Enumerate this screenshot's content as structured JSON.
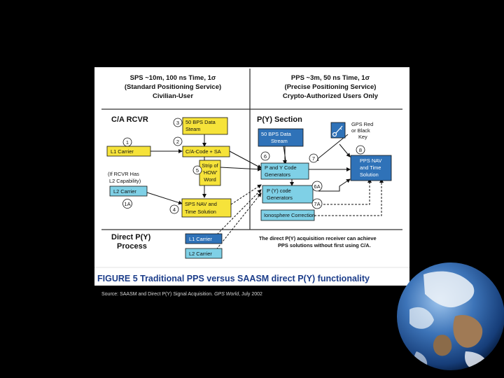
{
  "header": {
    "sps": {
      "line1": "SPS ~10m, 100 ns Time, 1σ",
      "line2": "(Standard Positioning Service)",
      "line3": "Civilian-User"
    },
    "pps": {
      "line1": "PPS ~3m, 50 ns Time, 1σ",
      "line2": "(Precise Positioning Service)",
      "line3": "Crypto-Authorized Users Only"
    }
  },
  "sections": {
    "ca_rcvr": "C/A RCVR",
    "py_section": "P(Y) Section",
    "direct_line1": "Direct P(Y)",
    "direct_line2": "Process"
  },
  "boxes": {
    "data_50_yellow": [
      "50 BPS Data",
      "Steam"
    ],
    "l1_carrier_yellow": "L1 Carrier",
    "ca_code": "C/A-Code + SA",
    "strip_how": [
      "Strip of",
      "‘HOW’",
      "Word"
    ],
    "l2_capability": [
      "(If RCVR Has",
      "L2 Capability)"
    ],
    "l2_carrier_light": "L2 Carrier",
    "sps_nav": [
      "SPS NAV and",
      "Time Solution"
    ],
    "data_50_blue": [
      "50 BPS Data",
      "Stream"
    ],
    "gps_key": [
      "GPS Red",
      "or Black",
      "Key"
    ],
    "py_generators": [
      "P and Y Code",
      "Generators"
    ],
    "pps_nav": [
      "PPS NAV",
      "and Time",
      "Solution"
    ],
    "py_code_gen": [
      "P (Y) code",
      "Generators"
    ],
    "ionosphere": "Ionosphere Correction",
    "l1_carrier_blue": "L1 Carrier",
    "l2_carrier_bottom": "L2 Carrier",
    "direct_note": [
      "The direct P(Y) acquisition receiver can achieve",
      "PPS solutions without first using C/A."
    ]
  },
  "step_numbers": {
    "n1": "1",
    "n2": "2",
    "n3": "3",
    "n4": "4",
    "n5": "5",
    "n1a": "1A",
    "n6": "6",
    "n6a": "6A",
    "n7": "7",
    "n7a": "7A",
    "n8": "8"
  },
  "caption": "FIGURE 5 Traditional PPS versus SAASM direct P(Y) functionality",
  "source": {
    "prefix": "Source: SAASM and Direct P(Y) Signal Acquisition. ",
    "publication": "GPS World",
    "suffix": ", July 2002"
  },
  "colors": {
    "yellow_box": "#f6e33a",
    "blue_box": "#2f72b8",
    "light_blue_box": "#7fd0e6",
    "caption_blue": "#1c3d8a",
    "background": "#000000"
  },
  "icons": {
    "key": "key-icon",
    "earth": "earth-image"
  }
}
